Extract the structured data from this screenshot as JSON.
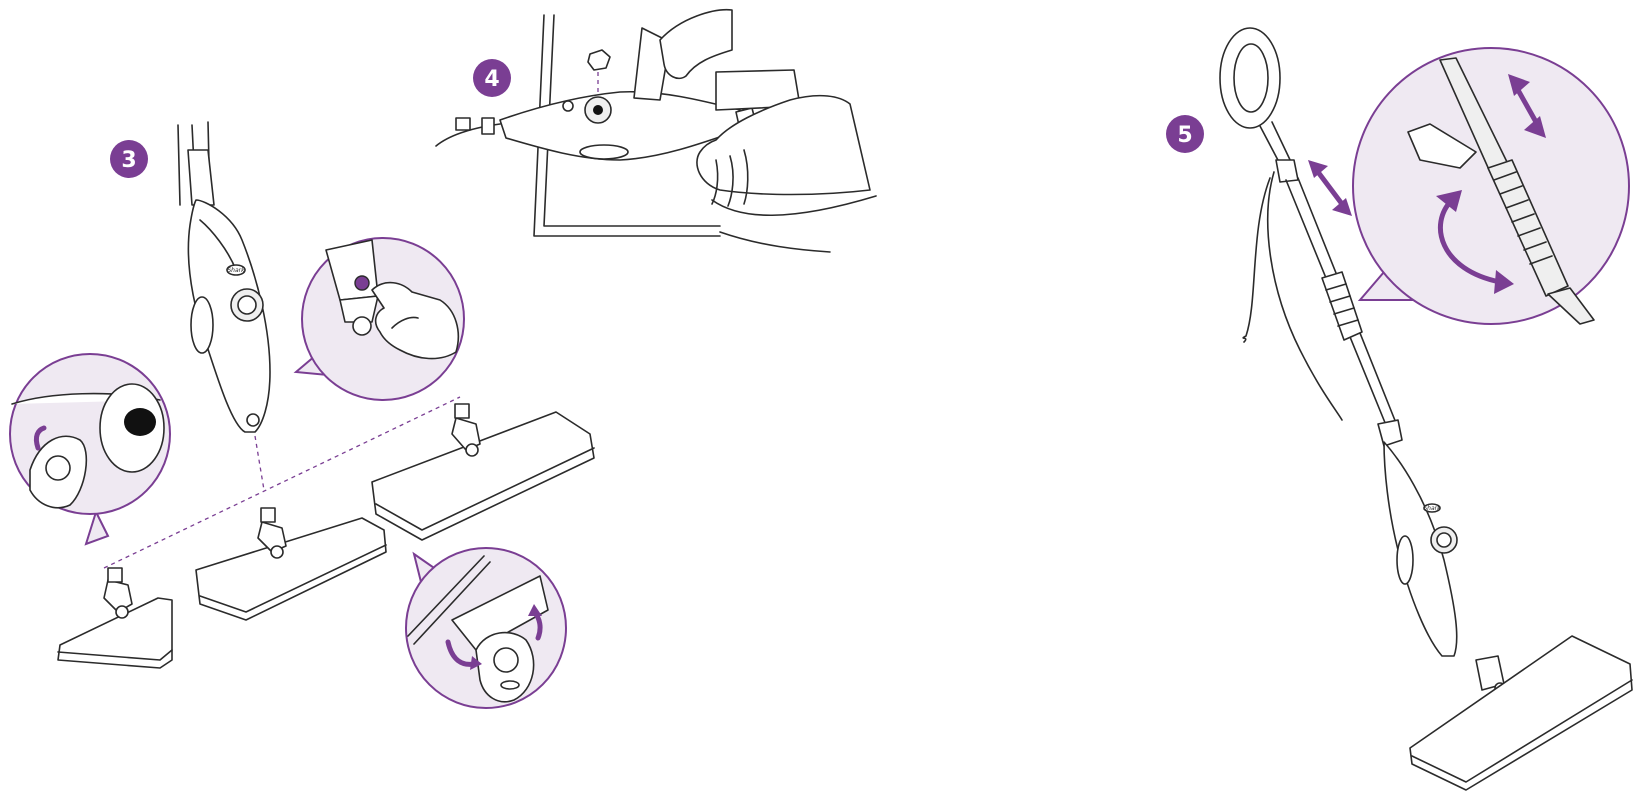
{
  "steps": [
    {
      "id": "step-3",
      "number": "3"
    },
    {
      "id": "step-4",
      "number": "4"
    },
    {
      "id": "step-5",
      "number": "5"
    }
  ],
  "brand": {
    "logo_text": "Shark"
  },
  "colors": {
    "accent": "#7a3e93",
    "bubble_fill": "#efe9f2",
    "line": "#2b2b2b"
  },
  "icons": [
    "steam-mop-body-icon",
    "triangle-pad-icon",
    "rectangle-pad-icon",
    "hand-icon",
    "rotate-arrow-icon",
    "double-arrow-icon",
    "water-tank-cap-icon"
  ]
}
